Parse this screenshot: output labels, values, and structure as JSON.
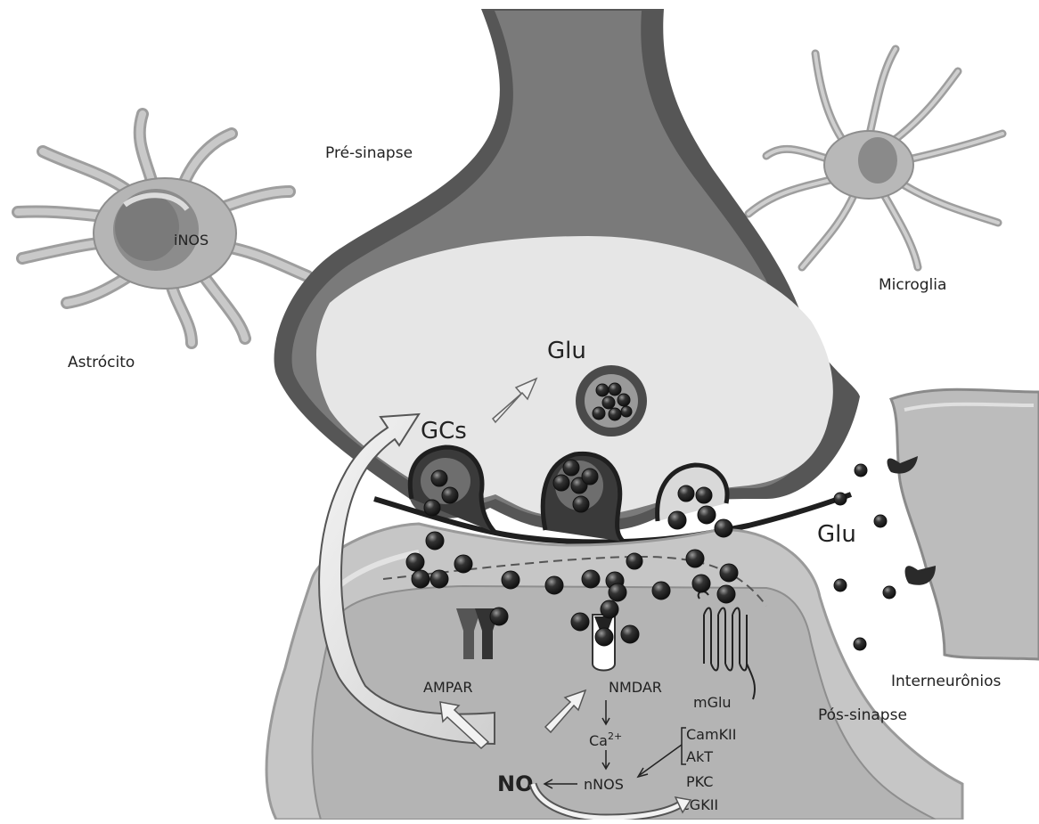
{
  "labels": {
    "pre_synapse": "Pré-sinapse",
    "post_synapse": "Pós-sinapse",
    "astrocyte": "Astrócito",
    "inos": "iNOS",
    "microglia": "Microglia",
    "interneurons": "Interneurônios",
    "glu_top": "Glu",
    "glu_right": "Glu",
    "gcs": "GCs",
    "ampar": "AMPAR",
    "nmdar": "NMDAR",
    "mglu": "mGlu",
    "ca": "Ca",
    "ca_sup": "2+",
    "nnos": "nNOS",
    "no": "NO",
    "camkii": "CamKII",
    "akt": "AkT",
    "pkc": "PKC",
    "cgkii": "cGKII"
  },
  "colors": {
    "axon_dark": "#585858",
    "terminal_light": "#e8e8e8",
    "post_fill": "#c8c8c8",
    "glia": "#bdbdbd",
    "vesicle": "#2a2a2a"
  }
}
